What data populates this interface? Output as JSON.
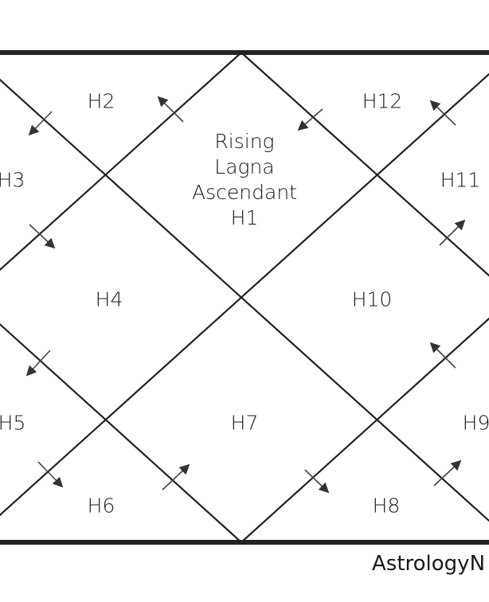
{
  "houses": {
    "h1": [
      "Rising",
      "Lagna",
      "Ascendant",
      "H1"
    ],
    "h2": "H2",
    "h3": "H3",
    "h4": "H4",
    "h5": "H5",
    "h6": "H6",
    "h7": "H7",
    "h8": "H8",
    "h9": "H9",
    "h10": "H10",
    "h11": "H11",
    "h12": "H12"
  },
  "credit": "AstrologyN",
  "colors": {
    "line": "#222222",
    "arrow": "#333333"
  }
}
